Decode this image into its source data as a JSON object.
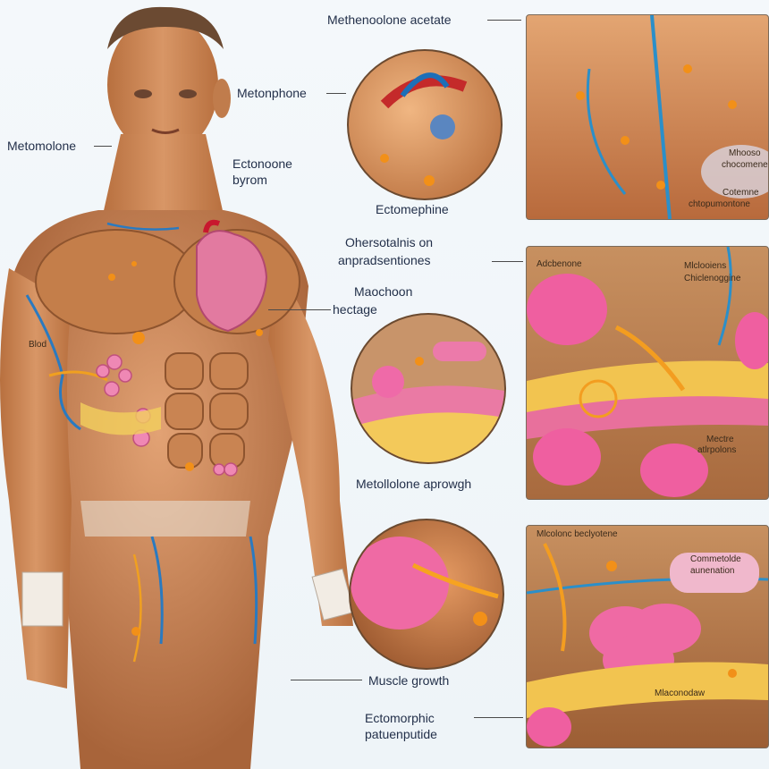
{
  "figure": {
    "labels": {
      "metomolone": "Metomolone",
      "metonphone": "Metonphone",
      "ectonoone": "Ectonoone",
      "byrom": "byrom",
      "methenoolone_acetate": "Methenoolone acetate",
      "ectomephine": "Ectomephine",
      "ohersotalnis": "Ohersotalnis on",
      "anpradsentiones": "anpradsentiones",
      "maochoon": "Maochoon",
      "hectage": "hectage",
      "metollolone_aprowgh": "Metollolone aprowgh",
      "muscle_growth": "Muscle growth",
      "ectomorphic": "Ectomorphic",
      "patuenputide": "patuenputide",
      "blod": "Blod",
      "panel2_tl": "Adcbenone",
      "panel2_tr1": "Mlclooiens",
      "panel2_tr2": "Chiclenoggine",
      "panel2_br1": "Mectre",
      "panel2_br2": "atlrpolons",
      "panel3_top": "Mlcolonc beclyotene",
      "panel3_r1": "Commetolde",
      "panel3_r2": "aunenation",
      "panel3_bottom": "Mlaconodaw",
      "panel1_r1": "Mhooso",
      "panel1_r2": "chocomene",
      "panel1_r3": "Cotemne",
      "panel1_r4": "chtopumontone"
    }
  }
}
